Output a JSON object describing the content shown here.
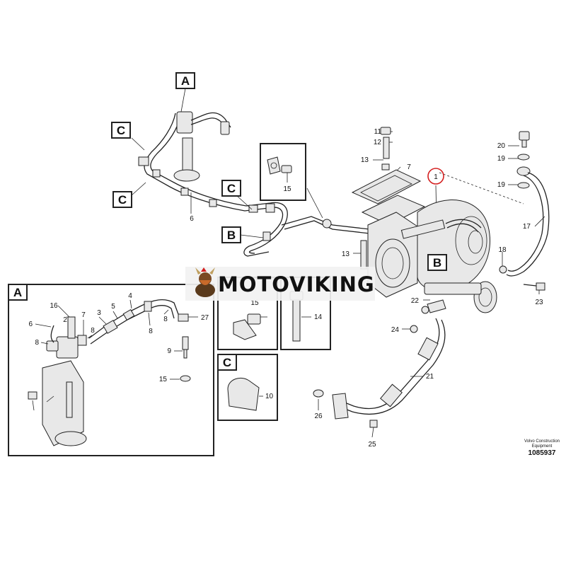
{
  "diagram": {
    "callout_letters": [
      "A",
      "B",
      "C"
    ],
    "part_numbers": {
      "main": [
        "11",
        "12",
        "13",
        "7",
        "1",
        "20",
        "19",
        "19",
        "17",
        "18",
        "23",
        "13",
        "22",
        "24",
        "21",
        "26",
        "25",
        "6",
        "15",
        "15",
        "14",
        "10"
      ],
      "detail_a": [
        "16",
        "2",
        "6",
        "8",
        "7",
        "8",
        "3",
        "5",
        "4",
        "8",
        "8",
        "27",
        "9",
        "15"
      ]
    },
    "brand_name": "MOTOVIKING",
    "credit_line_1": "Volvo Construction",
    "credit_line_2": "Equipment",
    "document_number": "1085937",
    "highlight_color": "#d42020"
  }
}
